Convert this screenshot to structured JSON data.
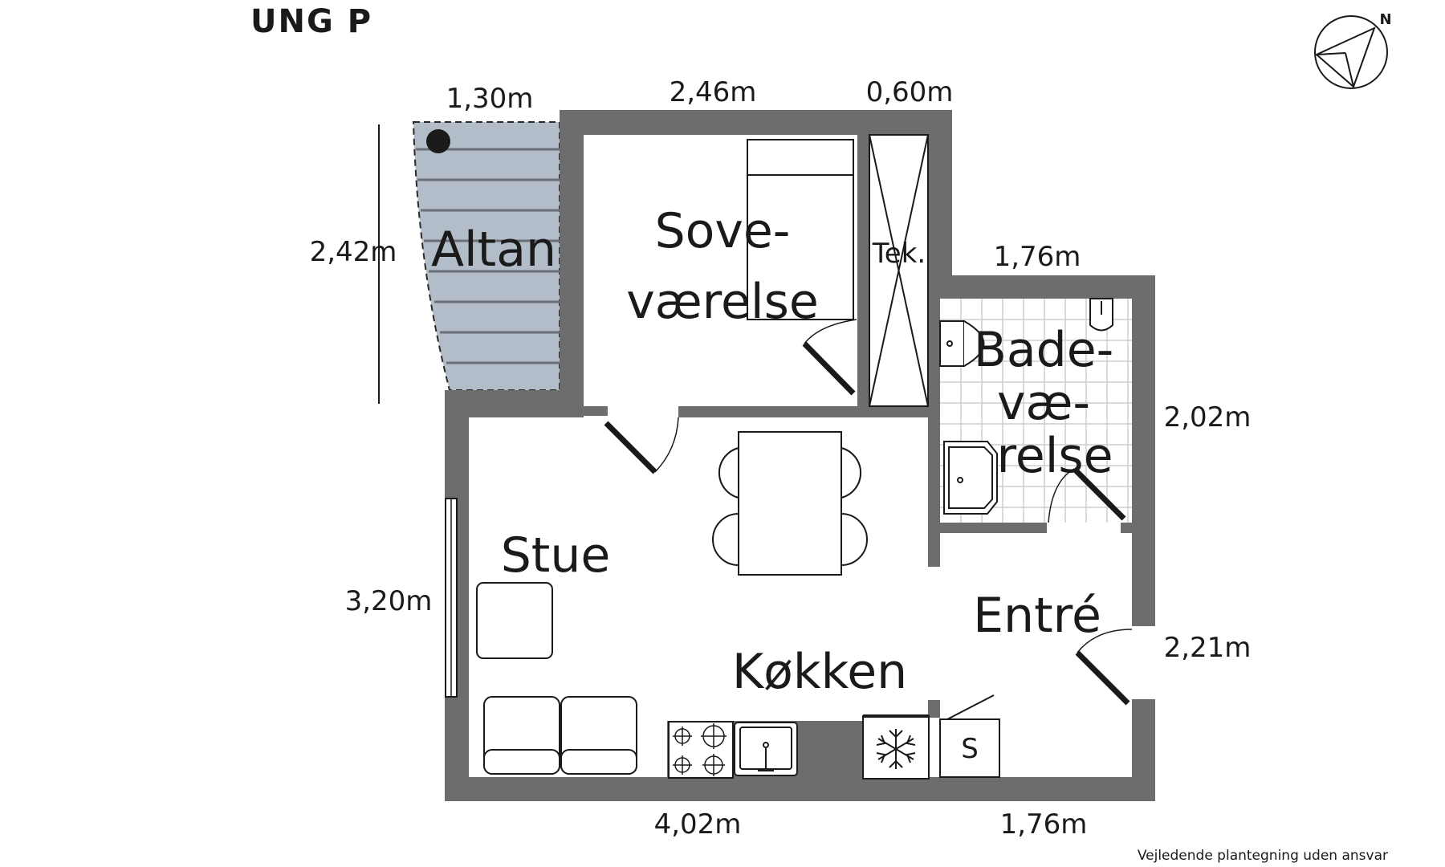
{
  "title": "UNG P",
  "compass": {
    "north_label": "N"
  },
  "rooms": {
    "altan": "Altan",
    "sove_1": "Sove-",
    "sove_2": "værelse",
    "tek": "Tek.",
    "bad_1": "Bade-",
    "bad_2": "væ-",
    "bad_3": "relse",
    "stue": "Stue",
    "entre": "Entré",
    "kokken": "Køkken"
  },
  "dimensions": {
    "altan_width": "1,30m",
    "sove_width": "2,46m",
    "tek_width": "0,60m",
    "altan_height": "2,42m",
    "bad_width": "1,76m",
    "bad_height": "2,02m",
    "stue_height": "3,20m",
    "entre_height": "2,21m",
    "bottom_left": "4,02m",
    "bottom_right": "1,76m"
  },
  "fixtures": {
    "storage_label": "S"
  },
  "colors": {
    "wall": "#6d6d6d",
    "balcony": "#b3bdc9",
    "door": "#1a1a1a"
  },
  "disclaimer": "Vejledende plantegning uden ansvar"
}
